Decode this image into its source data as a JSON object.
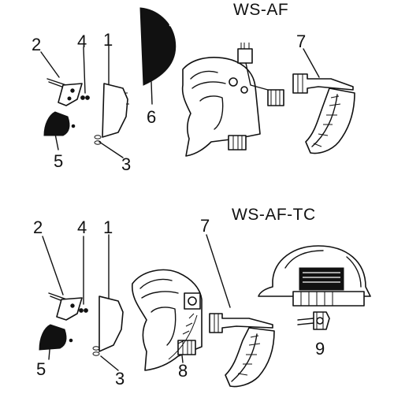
{
  "diagrams": [
    {
      "title": "WS-AF",
      "labels": [
        "2",
        "4",
        "1",
        "6",
        "7",
        "5",
        "3"
      ]
    },
    {
      "title": "WS-AF-TC",
      "labels": [
        "2",
        "4",
        "1",
        "7",
        "5",
        "3",
        "8",
        "9"
      ]
    }
  ],
  "colors": {
    "line": "#111111",
    "background": "#ffffff"
  }
}
